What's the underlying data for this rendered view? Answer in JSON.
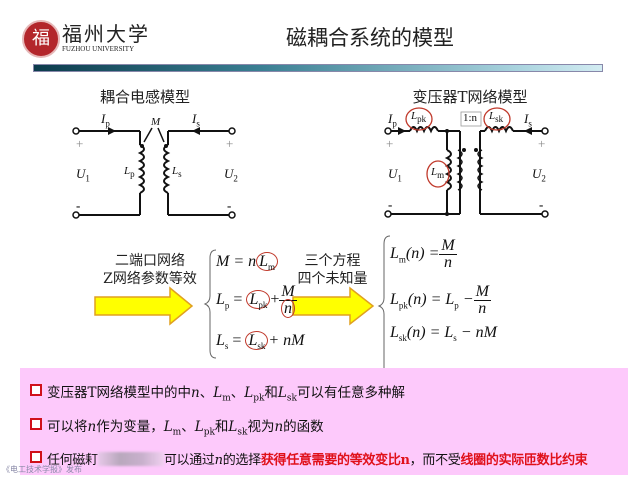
{
  "header": {
    "title": "磁耦合系统的模型",
    "logo_cn": "福州大学",
    "logo_en": "FUZHOU UNIVERSITY",
    "logo_seal": "福"
  },
  "left_circuit": {
    "title": "耦合电感模型",
    "Ip": "I",
    "Ip_sub": "p",
    "Is": "I",
    "Is_sub": "s",
    "M": "M",
    "Lp": "L",
    "Lp_sub": "p",
    "Ls": "L",
    "Ls_sub": "s",
    "U1": "U",
    "U1_sub": "1",
    "U2": "U",
    "U2_sub": "2",
    "plus": "+",
    "minus": "-"
  },
  "right_circuit": {
    "title": "变压器T网络模型",
    "Ip": "I",
    "Ip_sub": "p",
    "Is": "I",
    "Is_sub": "s",
    "Lpk": "L",
    "Lpk_sub": "pk",
    "Lsk": "L",
    "Lsk_sub": "sk",
    "Lm": "L",
    "Lm_sub": "m",
    "ratio": "1:n",
    "U1": "U",
    "U1_sub": "1",
    "U2": "U2"
  },
  "arrow1": {
    "line1": "二端口网络",
    "line2": "Z网络参数等效"
  },
  "arrow2": {
    "line1": "三个方程",
    "line2": "四个未知量"
  },
  "eqs1": [
    "M = n",
    "L",
    "m",
    "L",
    "p",
    " =",
    "L",
    "pk",
    "+",
    "M",
    "n",
    "L",
    "s",
    " =",
    "L",
    "sk",
    "+ nM"
  ],
  "eqs2": [
    "L",
    "m",
    "(n) =",
    "M",
    "n",
    "L",
    "pk",
    "(n) = L",
    "p",
    " −",
    "M",
    "n",
    "L",
    "sk",
    "(n) = L",
    "s",
    " − nM"
  ],
  "bullets": [
    {
      "a": "变压器T网络模型中的中",
      "b": "n",
      "c": "、",
      "d": "L",
      "d_sub": "m",
      "e": "、",
      "f": "L",
      "f_sub": "pk",
      "g": "和",
      "h": "L",
      "h_sub": "sk",
      "i": "可以有任意多种解"
    },
    {
      "a": "可以将",
      "b": "n",
      "c": "作为变量，",
      "d": "L",
      "d_sub": "m",
      "e": "、",
      "f": "L",
      "f_sub": "pk",
      "g": "和",
      "h": "L",
      "h_sub": "sk",
      "i": "视为",
      "j": "n",
      "k": "的函数"
    },
    {
      "a": "任何磁耓",
      "b": "可以通过",
      "c": "n",
      "d": "的选择",
      "e": "获得任意需要的等效变比n",
      "f": "，而不受",
      "g": "线圈的实际匝数比约束"
    }
  ],
  "watermark": "《电工技术学报》发布",
  "colors": {
    "accent_red": "#e0101a",
    "highlight_box": "#fdc9fb",
    "arrow_fill": "#ffff00",
    "arrow_stroke": "#e0a020"
  }
}
